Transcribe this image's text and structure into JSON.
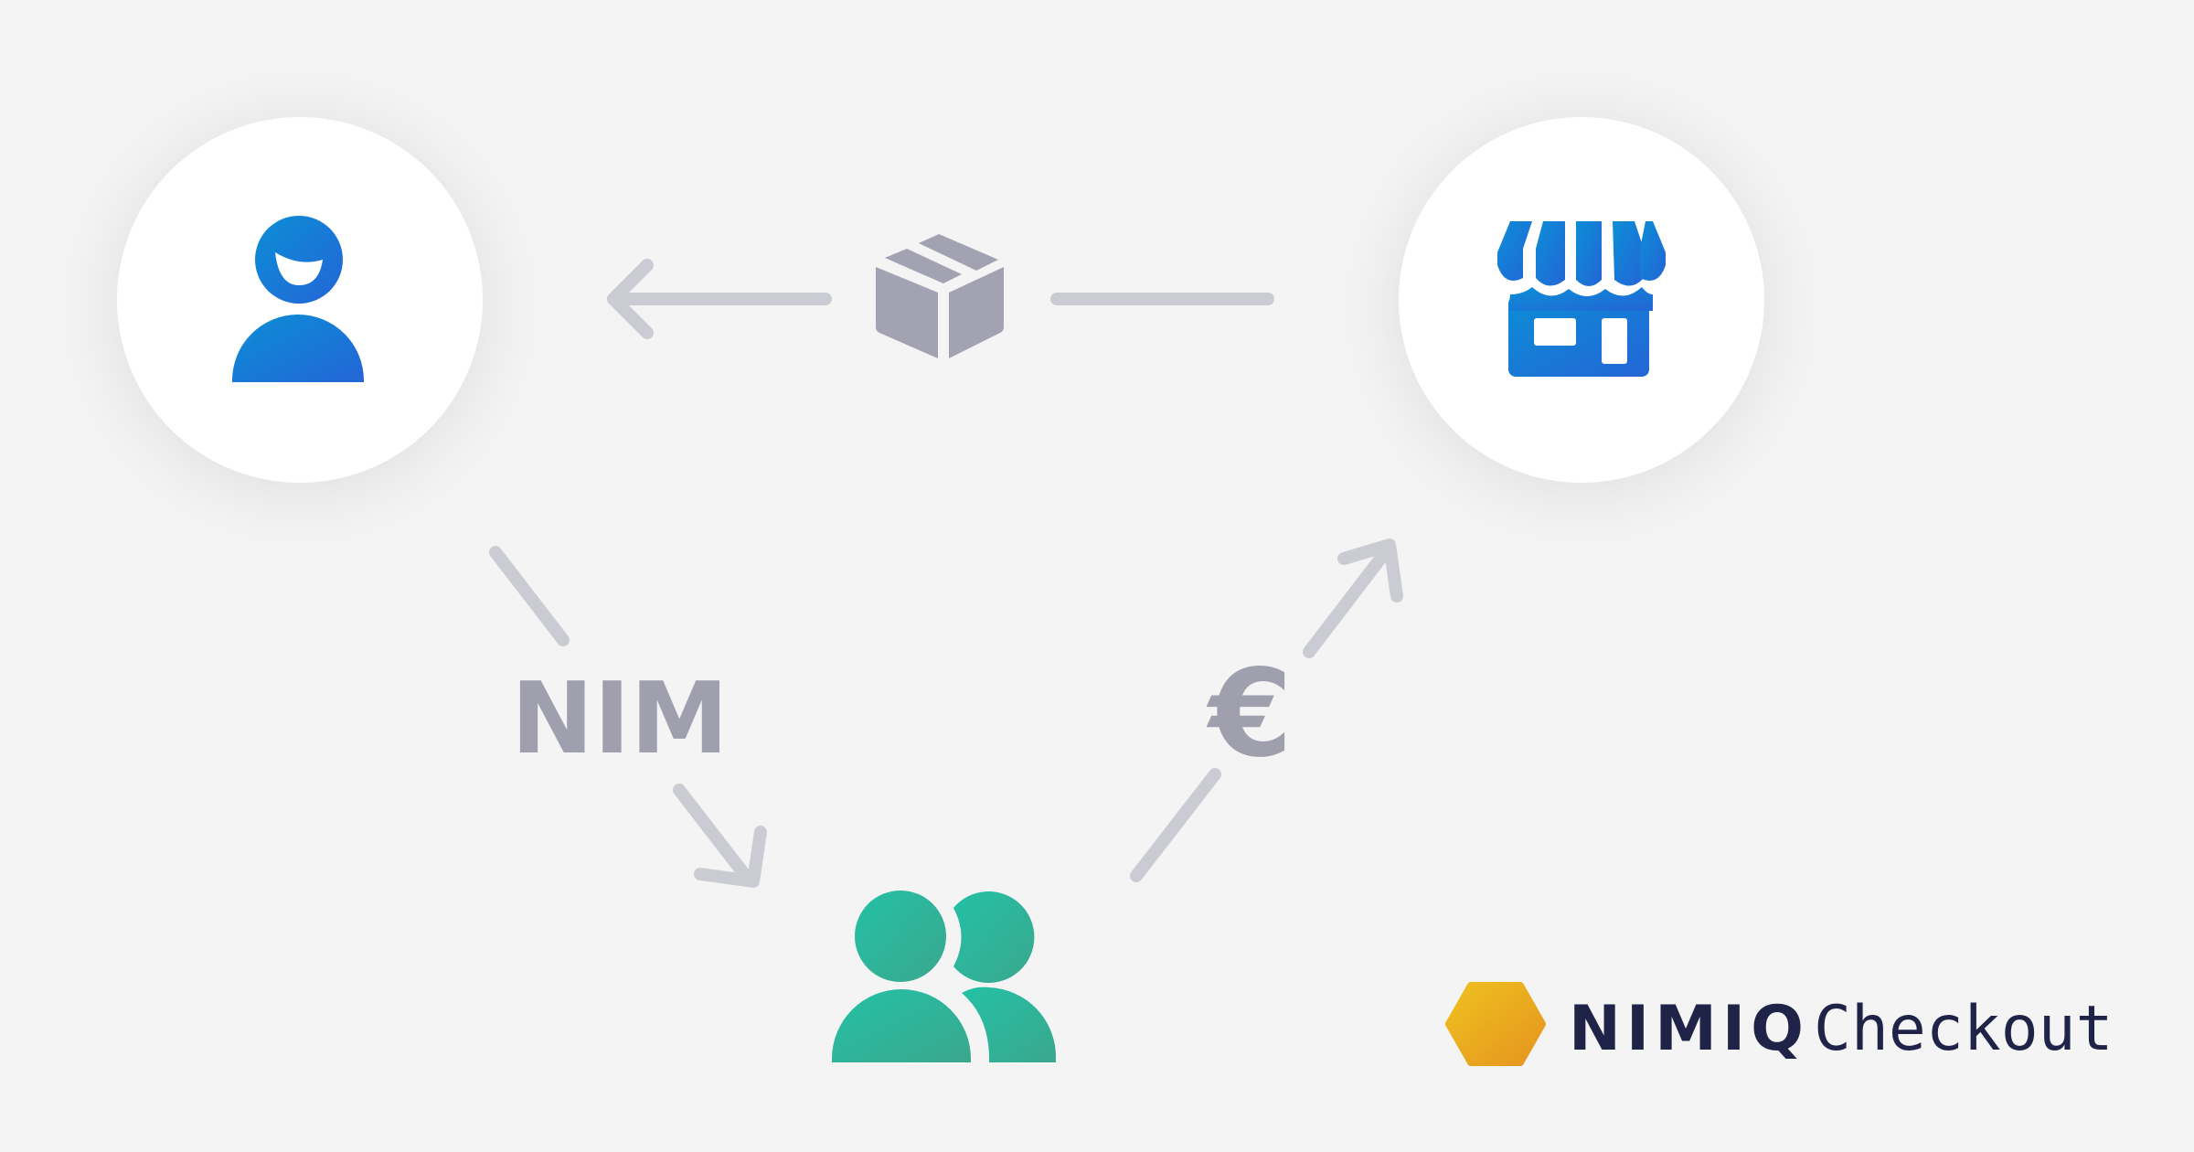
{
  "diagram": {
    "nodes": {
      "customer": {
        "icon": "user-icon"
      },
      "merchant": {
        "icon": "store-icon"
      },
      "exchange": {
        "icon": "users-group-icon"
      }
    },
    "flows": {
      "goods": {
        "icon": "package-box-icon"
      },
      "crypto_payment": {
        "label": "NIM"
      },
      "fiat_payout": {
        "label": "€"
      }
    }
  },
  "brand": {
    "icon": "nimiq-hexagon-icon",
    "name": "NIMIQ",
    "product": "Checkout"
  },
  "colors": {
    "background": "#f4f4f4",
    "arrow": "#cbccd3",
    "label": "#9f9fad",
    "blue_start": "#0b8ed6",
    "blue_end": "#2465d6",
    "green_start": "#23c1a6",
    "green_end": "#3aa78d",
    "gold_start": "#eec01f",
    "gold_end": "#e6951f",
    "brand_text": "#1f2348"
  }
}
